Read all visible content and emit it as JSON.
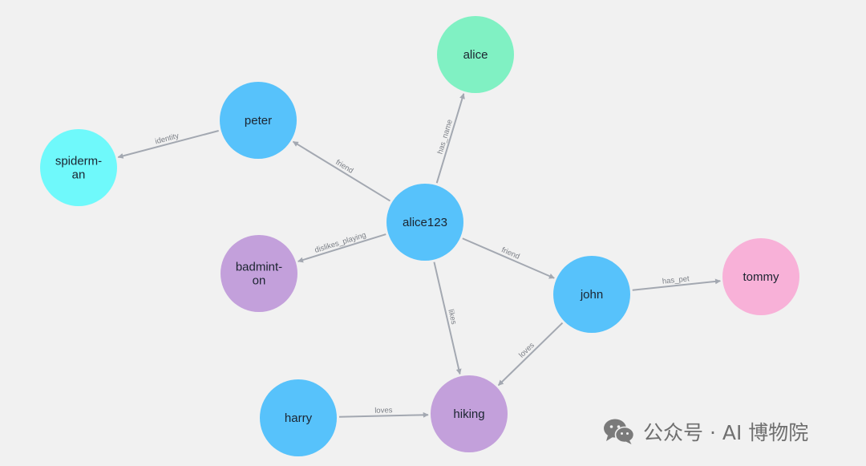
{
  "graph": {
    "colors": {
      "person": "#57c2fb",
      "alice_name": "#80f1c3",
      "spiderman": "#6ff9fb",
      "activity": "#c3a0db",
      "tommy": "#f8b1d8",
      "edge": "#a3a8b1",
      "edge_label": "#7b7f86",
      "background": "#f1f1f1"
    },
    "nodes": [
      {
        "id": "alice123",
        "lines": [
          "alice123"
        ],
        "color_key": "person"
      },
      {
        "id": "alice",
        "lines": [
          "alice"
        ],
        "color_key": "alice_name"
      },
      {
        "id": "peter",
        "lines": [
          "peter"
        ],
        "color_key": "person"
      },
      {
        "id": "spiderman",
        "lines": [
          "spiderm-",
          "an"
        ],
        "color_key": "spiderman"
      },
      {
        "id": "badminton",
        "lines": [
          "badmint-",
          "on"
        ],
        "color_key": "activity"
      },
      {
        "id": "john",
        "lines": [
          "john"
        ],
        "color_key": "person"
      },
      {
        "id": "tommy",
        "lines": [
          "tommy"
        ],
        "color_key": "tommy"
      },
      {
        "id": "hiking",
        "lines": [
          "hiking"
        ],
        "color_key": "activity"
      },
      {
        "id": "harry",
        "lines": [
          "harry"
        ],
        "color_key": "person"
      }
    ],
    "edges": [
      {
        "from": "alice123",
        "to": "alice",
        "label": "has_name"
      },
      {
        "from": "alice123",
        "to": "peter",
        "label": "friend"
      },
      {
        "from": "peter",
        "to": "spiderman",
        "label": "identity"
      },
      {
        "from": "alice123",
        "to": "badminton",
        "label": "dislikes_playing"
      },
      {
        "from": "alice123",
        "to": "john",
        "label": "friend"
      },
      {
        "from": "alice123",
        "to": "hiking",
        "label": "likes"
      },
      {
        "from": "john",
        "to": "tommy",
        "label": "has_pet"
      },
      {
        "from": "john",
        "to": "hiking",
        "label": "loves"
      },
      {
        "from": "harry",
        "to": "hiking",
        "label": "loves"
      }
    ]
  },
  "watermark": {
    "icon": "wechat-icon",
    "text": "公众号 · AI 博物院"
  }
}
